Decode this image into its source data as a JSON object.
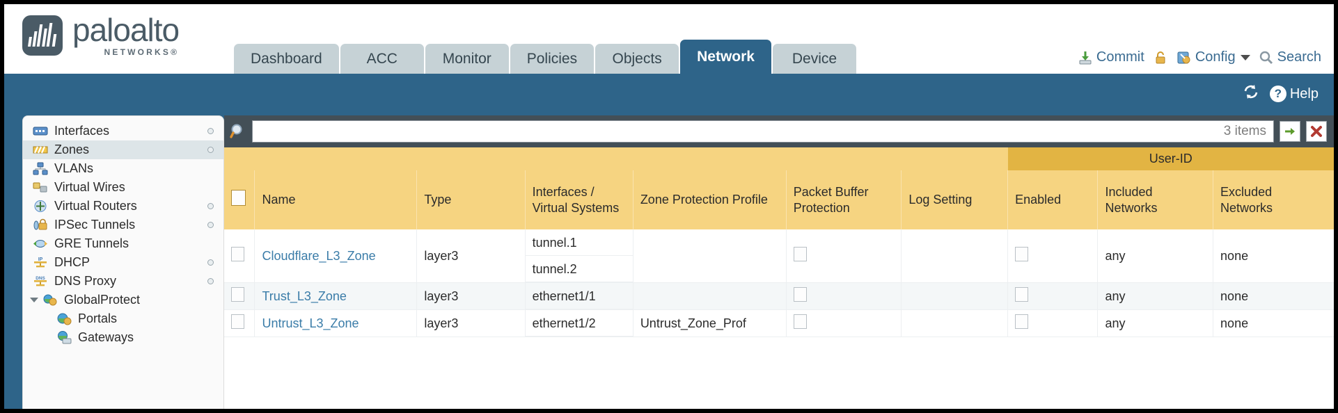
{
  "brand": {
    "name": "paloalto",
    "tagline": "NETWORKS®"
  },
  "tabs": [
    {
      "label": "Dashboard",
      "active": false
    },
    {
      "label": "ACC",
      "active": false
    },
    {
      "label": "Monitor",
      "active": false
    },
    {
      "label": "Policies",
      "active": false
    },
    {
      "label": "Objects",
      "active": false
    },
    {
      "label": "Network",
      "active": true
    },
    {
      "label": "Device",
      "active": false
    }
  ],
  "utils": {
    "commit": "Commit",
    "config": "Config",
    "search": "Search"
  },
  "bluebar": {
    "help": "Help"
  },
  "sidebar": {
    "items": [
      {
        "label": "Interfaces",
        "icon": "interfaces-icon",
        "selected": false,
        "dot": true,
        "child": false,
        "arrow": false
      },
      {
        "label": "Zones",
        "icon": "zones-icon",
        "selected": true,
        "dot": true,
        "child": false,
        "arrow": false
      },
      {
        "label": "VLANs",
        "icon": "vlans-icon",
        "selected": false,
        "dot": false,
        "child": false,
        "arrow": false
      },
      {
        "label": "Virtual Wires",
        "icon": "virtual-wires-icon",
        "selected": false,
        "dot": false,
        "child": false,
        "arrow": false
      },
      {
        "label": "Virtual Routers",
        "icon": "virtual-routers-icon",
        "selected": false,
        "dot": true,
        "child": false,
        "arrow": false
      },
      {
        "label": "IPSec Tunnels",
        "icon": "ipsec-tunnels-icon",
        "selected": false,
        "dot": true,
        "child": false,
        "arrow": false
      },
      {
        "label": "GRE Tunnels",
        "icon": "gre-tunnels-icon",
        "selected": false,
        "dot": false,
        "child": false,
        "arrow": false
      },
      {
        "label": "DHCP",
        "icon": "dhcp-icon",
        "selected": false,
        "dot": true,
        "child": false,
        "arrow": false
      },
      {
        "label": "DNS Proxy",
        "icon": "dns-proxy-icon",
        "selected": false,
        "dot": true,
        "child": false,
        "arrow": false
      },
      {
        "label": "GlobalProtect",
        "icon": "globalprotect-icon",
        "selected": false,
        "dot": false,
        "child": false,
        "arrow": true
      },
      {
        "label": "Portals",
        "icon": "portals-icon",
        "selected": false,
        "dot": false,
        "child": true,
        "arrow": false
      },
      {
        "label": "Gateways",
        "icon": "gateways-icon",
        "selected": false,
        "dot": false,
        "child": true,
        "arrow": false
      }
    ]
  },
  "search": {
    "value": "",
    "placeholder": "",
    "item_count": "3 items"
  },
  "table": {
    "group_header": "User-ID",
    "columns": [
      "Name",
      "Type",
      "Interfaces / Virtual Systems",
      "Zone Protection Profile",
      "Packet Buffer Protection",
      "Log Setting",
      "Enabled",
      "Included Networks",
      "Excluded Networks"
    ],
    "rows": [
      {
        "selected": false,
        "name": "Cloudflare_L3_Zone",
        "type": "layer3",
        "interfaces": [
          "tunnel.1",
          "tunnel.2"
        ],
        "zone_protection_profile": "",
        "packet_buffer_protection": false,
        "log_setting": "",
        "userid_enabled": false,
        "included_networks": "any",
        "excluded_networks": "none"
      },
      {
        "selected": false,
        "name": "Trust_L3_Zone",
        "type": "layer3",
        "interfaces": [
          "ethernet1/1"
        ],
        "zone_protection_profile": "",
        "packet_buffer_protection": false,
        "log_setting": "",
        "userid_enabled": false,
        "included_networks": "any",
        "excluded_networks": "none"
      },
      {
        "selected": false,
        "name": "Untrust_L3_Zone",
        "type": "layer3",
        "interfaces": [
          "ethernet1/2"
        ],
        "zone_protection_profile": "Untrust_Zone_Prof",
        "packet_buffer_protection": false,
        "log_setting": "",
        "userid_enabled": false,
        "included_networks": "any",
        "excluded_networks": "none"
      }
    ]
  },
  "colors": {
    "brand_blue": "#2e6489",
    "header_yellow": "#f6d481",
    "group_yellow": "#e2b443",
    "link_blue": "#3a7ca8",
    "searchbar_dark": "#434f57"
  }
}
